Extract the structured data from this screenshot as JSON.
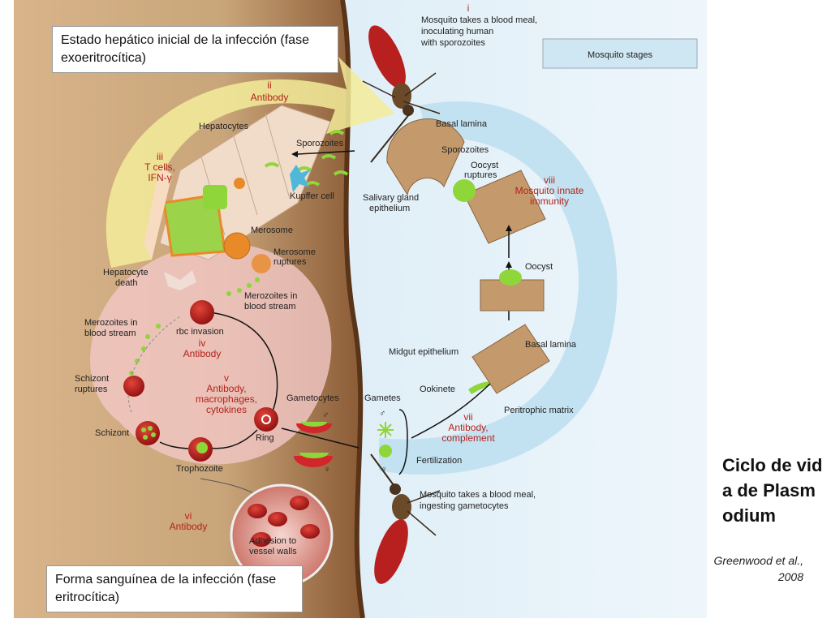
{
  "boxes": {
    "liver_stage": "Estado hepático inicial de la infección (fase exoeritrocítica)",
    "blood_stage": "Forma sanguínea de la infección (fase eritrocítica)"
  },
  "caption": {
    "title": "Ciclo de vida de Plasmodium",
    "citation": "Greenwood et al., 2008"
  },
  "diagram": {
    "mosquito_stages_label": "Mosquito stages",
    "roman": {
      "i": "i",
      "ii": "ii",
      "iii": "iii",
      "iv": "iv",
      "v": "v",
      "vi": "vi",
      "vii": "vii",
      "viii": "viii"
    },
    "red_labels": {
      "antibody_ii": "Antibody",
      "tcells_1": "T cells,",
      "tcells_2": "IFN-γ",
      "antibody_iv": "Antibody",
      "v_1": "Antibody,",
      "v_2": "macrophages,",
      "v_3": "cytokines",
      "antibody_vi": "Antibody",
      "vii_1": "Antibody,",
      "vii_2": "complement",
      "viii_1": "Mosquito innate",
      "viii_2": "immunity"
    },
    "labels": {
      "blood_meal_1": "Mosquito takes a blood meal,",
      "blood_meal_2": "inoculating human",
      "blood_meal_3": "with sporozoites",
      "hepatocytes": "Hepatocytes",
      "sporozoites_left": "Sporozoites",
      "kupffer": "Kupffer cell",
      "basal_lamina_top": "Basal lamina",
      "sporozoites_right": "Sporozoites",
      "salivary_1": "Salivary gland",
      "salivary_2": "epithelium",
      "oocyst_ruptures_1": "Oocyst",
      "oocyst_ruptures_2": "ruptures",
      "merosome": "Merosome",
      "merosome_ruptures_1": "Merosome",
      "merosome_ruptures_2": "ruptures",
      "hep_death_1": "Hepatocyte",
      "hep_death_2": "death",
      "mero_blood_r_1": "Merozoites in",
      "mero_blood_r_2": "blood stream",
      "mero_blood_l_1": "Merozoites in",
      "mero_blood_l_2": "blood stream",
      "rbc_invasion": "rbc invasion",
      "oocyst": "Oocyst",
      "midgut": "Midgut epithelium",
      "basal_lamina_mid": "Basal lamina",
      "schizont_ruptures_1": "Schizont",
      "schizont_ruptures_2": "ruptures",
      "gametocytes": "Gametocytes",
      "gametes": "Gametes",
      "ookinete": "Ookinete",
      "peritrophic": "Peritrophic matrix",
      "schizont": "Schizont",
      "ring": "Ring",
      "trophozoite": "Trophozoite",
      "fertilization": "Fertilization",
      "ingest_1": "Mosquito takes a blood meal,",
      "ingest_2": "ingesting gametocytes",
      "adhesion_1": "Adhesion to",
      "adhesion_2": "vessel walls",
      "male": "♂",
      "female": "♀",
      "male2": "♂",
      "female2": "♀"
    }
  }
}
